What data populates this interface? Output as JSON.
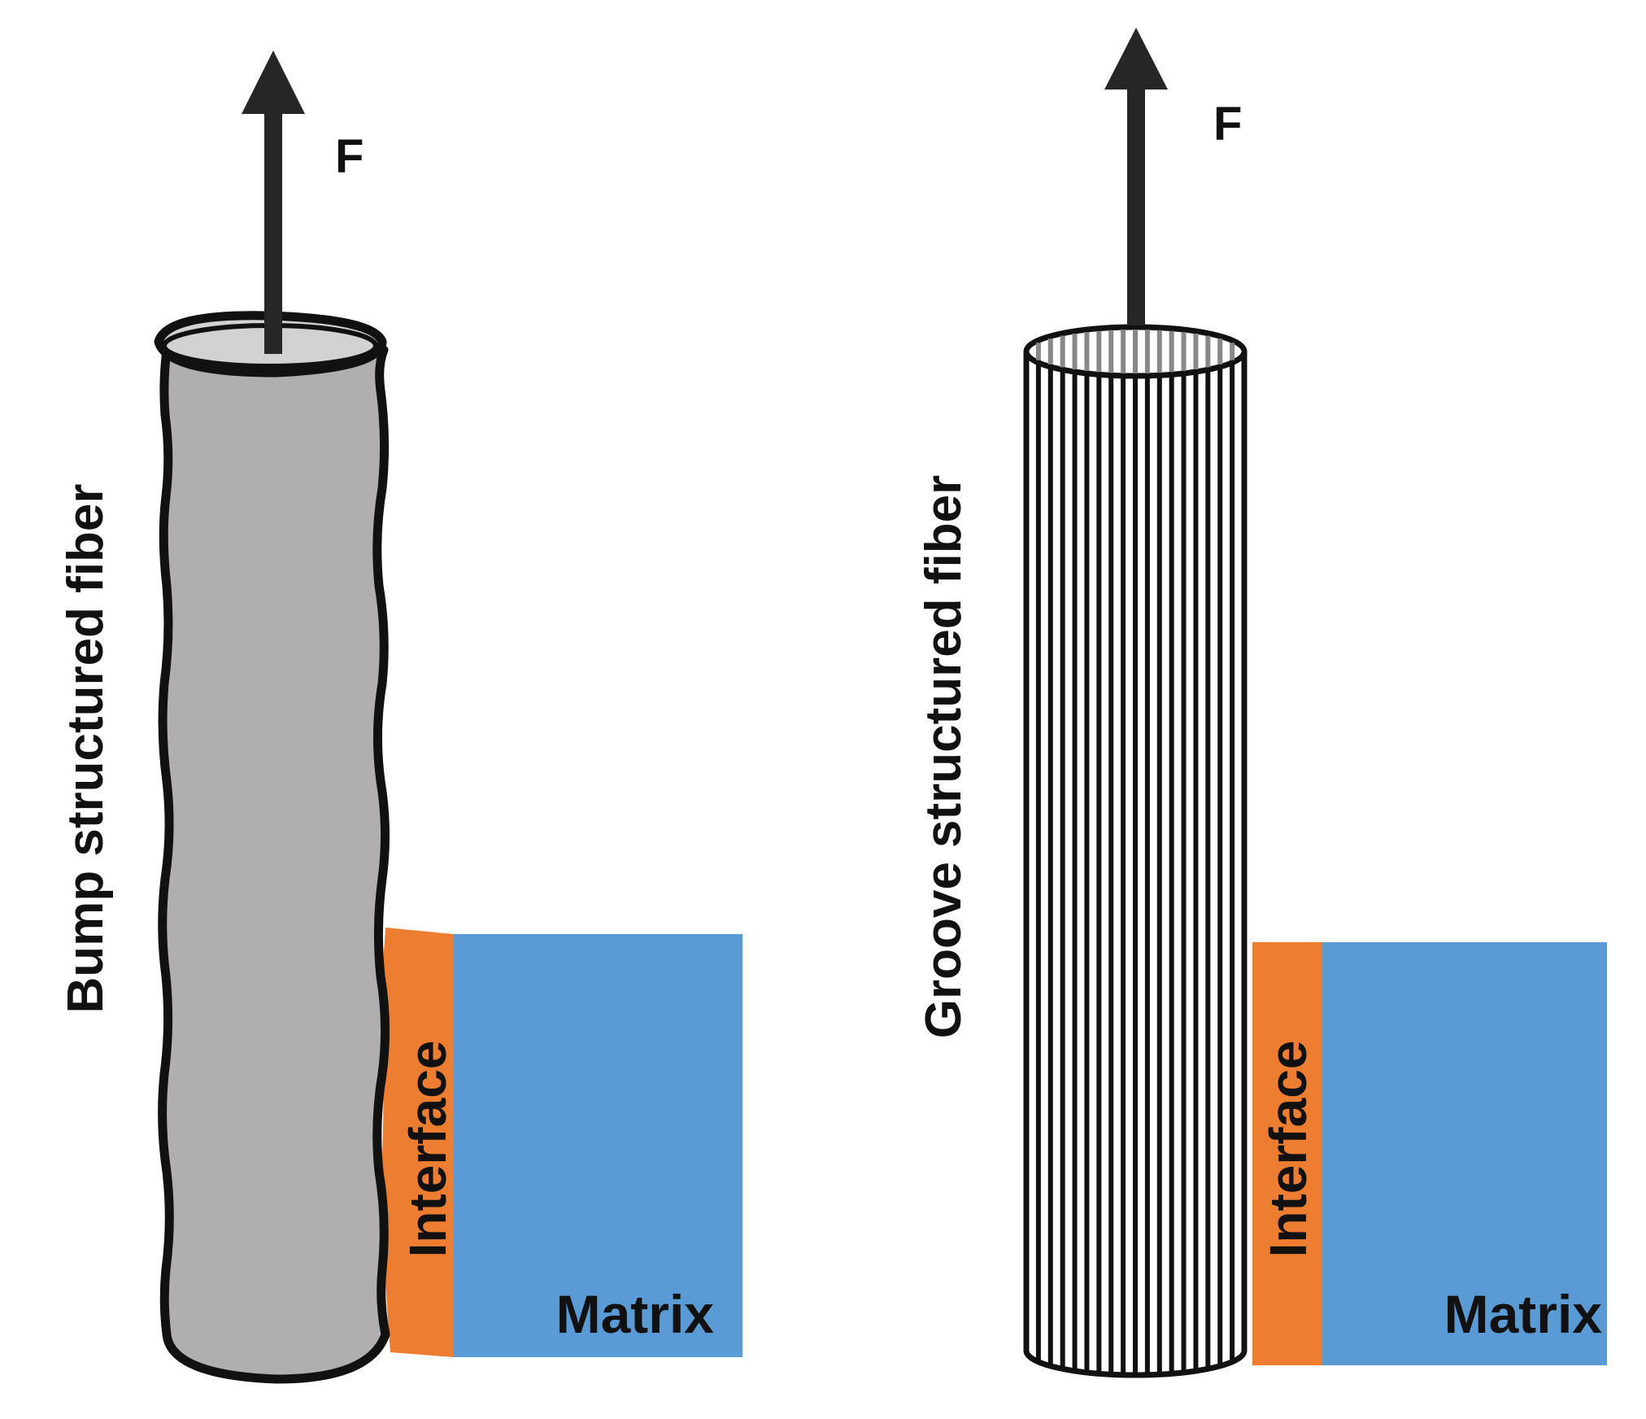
{
  "left_panel": {
    "force_label": "F",
    "fiber_label": "Bump structured fiber",
    "interface_label": "Interface",
    "matrix_label": "Matrix"
  },
  "right_panel": {
    "force_label": "F",
    "fiber_label": "Groove structured fiber",
    "interface_label": "Interface",
    "matrix_label": "Matrix"
  },
  "colors": {
    "fiber_gray": "#b0aeae",
    "fiber_top": "#d3d2d2",
    "interface_orange": "#ed7d31",
    "matrix_blue": "#5b9bd5",
    "outline": "#111111",
    "arrow": "#262626"
  }
}
